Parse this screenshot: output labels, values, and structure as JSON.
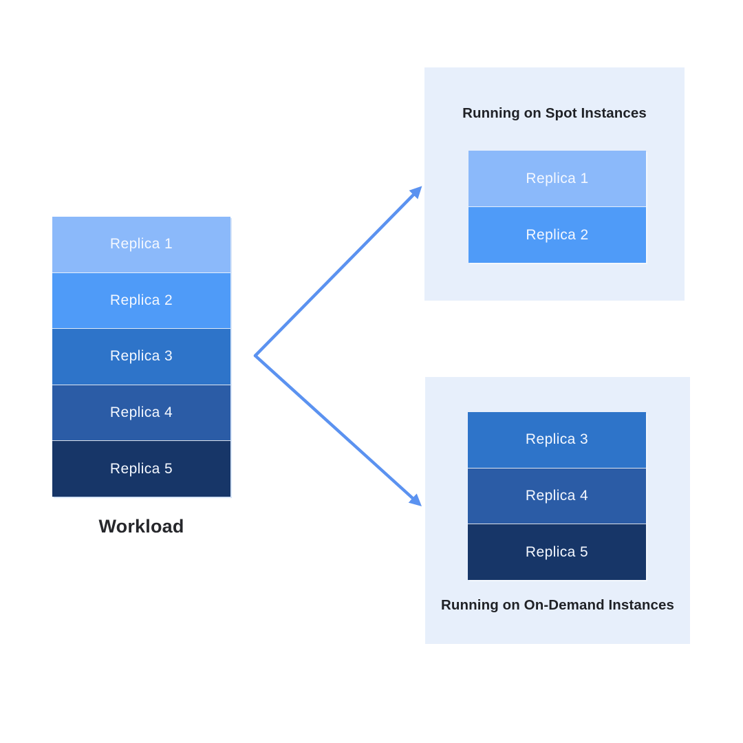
{
  "workload": {
    "caption": "Workload",
    "replicas": [
      {
        "label": "Replica 1",
        "color": "#8BB9FA"
      },
      {
        "label": "Replica 2",
        "color": "#4F9BF8"
      },
      {
        "label": "Replica 3",
        "color": "#2E74C9"
      },
      {
        "label": "Replica 4",
        "color": "#2B5CA6"
      },
      {
        "label": "Replica 5",
        "color": "#173668"
      }
    ]
  },
  "spot_box": {
    "title": "Running on Spot Instances",
    "replicas": [
      {
        "label": "Replica 1",
        "color": "#8BB9FA"
      },
      {
        "label": "Replica 2",
        "color": "#4F9BF8"
      }
    ]
  },
  "ondemand_box": {
    "title": "Running on On-Demand Instances",
    "replicas": [
      {
        "label": "Replica 3",
        "color": "#2E74C9"
      },
      {
        "label": "Replica 4",
        "color": "#2B5CA6"
      },
      {
        "label": "Replica 5",
        "color": "#173668"
      }
    ]
  },
  "colors": {
    "canvas_bg": "#FFFFFF",
    "group_box_bg": "#E7EFFB",
    "arrow": "#5B92F0",
    "title_text": "#1F2126",
    "replica_text": "#F4F8FF"
  }
}
